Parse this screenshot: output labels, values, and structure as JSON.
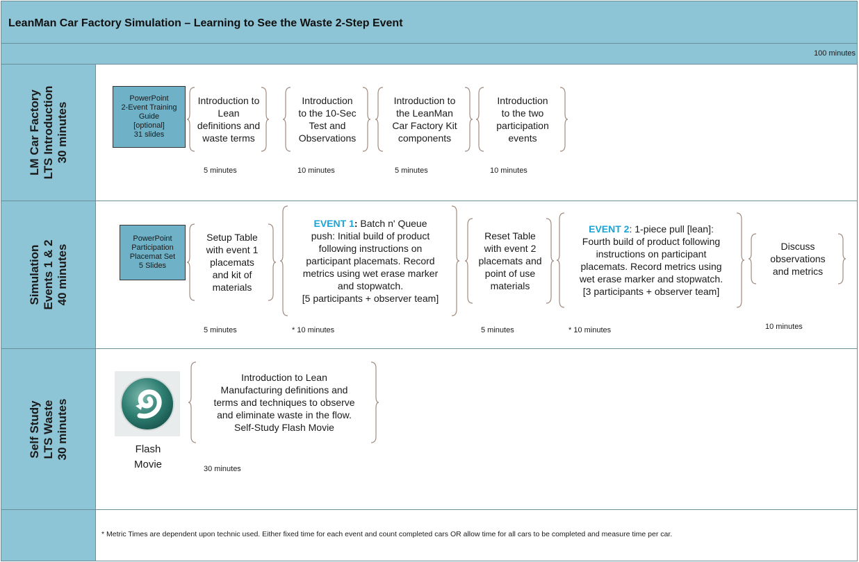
{
  "title": "LeanMan Car Factory Simulation – Learning to See the Waste 2-Step Event",
  "total_time": "100 minutes",
  "rows": [
    {
      "label_lines": [
        "LM Car Factory",
        "LTS Introduction",
        "30 minutes"
      ],
      "resource": [
        "PowerPoint",
        "2-Event Training",
        "Guide",
        "[optional]",
        "31 slides"
      ],
      "steps": [
        {
          "lines": [
            "Introduction to",
            "Lean",
            "definitions and",
            "waste terms"
          ],
          "duration": "5 minutes"
        },
        {
          "lines": [
            "Introduction",
            "to the 10-Sec",
            "Test and",
            "Observations"
          ],
          "duration": "10 minutes"
        },
        {
          "lines": [
            "Introduction to",
            "the LeanMan",
            "Car Factory Kit",
            "components"
          ],
          "duration": "5 minutes"
        },
        {
          "lines": [
            "Introduction",
            "to the two",
            "participation",
            "events"
          ],
          "duration": "10 minutes"
        }
      ]
    },
    {
      "label_lines": [
        "Simulation",
        "Events 1 & 2",
        "40 minutes"
      ],
      "resource": [
        "PowerPoint",
        "Participation",
        "Placemat Set",
        "5 Slides"
      ],
      "steps": [
        {
          "lines": [
            "Setup Table",
            "with event 1",
            "placemats",
            "and kit of",
            "materials"
          ],
          "duration": "5 minutes"
        },
        {
          "event": "EVENT 1",
          "event_suffix": ":",
          "first_line_rest": " Batch n' Queue",
          "lines": [
            "push: Initial build of product",
            "following instructions on",
            "participant placemats.  Record",
            "metrics using wet erase marker",
            "and stopwatch.",
            "[5 participants + observer team]"
          ],
          "duration": "* 10 minutes"
        },
        {
          "lines": [
            "Reset Table",
            "with event 2",
            "placemats and",
            "point of use",
            "materials"
          ],
          "duration": "5 minutes"
        },
        {
          "event": "EVENT 2",
          "event_suffix": "",
          "first_line_rest": ": 1-piece pull [lean]:",
          "lines": [
            "Fourth build of product following",
            "instructions on participant",
            "placemats.  Record metrics using",
            "wet erase marker and stopwatch.",
            "[3 participants + observer team]"
          ],
          "duration": "* 10 minutes"
        },
        {
          "lines": [
            "Discuss",
            "observations",
            "and metrics"
          ],
          "duration": "10 minutes"
        }
      ]
    },
    {
      "label_lines": [
        "Self Study",
        "LTS Waste",
        "30 minutes"
      ],
      "resource_label": [
        "Flash",
        "Movie"
      ],
      "steps": [
        {
          "lines": [
            "Introduction to Lean",
            "Manufacturing definitions and",
            "terms and techniques to observe",
            "and eliminate waste in the flow.",
            "Self-Study Flash Movie"
          ],
          "duration": "30 minutes"
        }
      ]
    }
  ],
  "footnote": "* Metric Times are dependent upon technic used.  Either fixed time for each event and count completed cars  OR  allow time for all cars to be completed and measure time per car.",
  "colors": {
    "header": "#8ec5d6",
    "resource_box": "#6fb1c7",
    "event_label": "#1aa3d6",
    "brace": "#a08a80"
  },
  "icons": {
    "flash": "flash-movie-icon"
  }
}
